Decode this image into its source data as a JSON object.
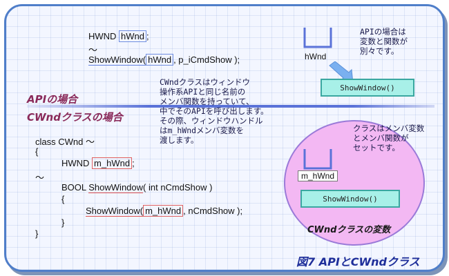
{
  "api_code": {
    "decl_type": "HWND ",
    "decl_var": "hWnd",
    "decl_end": ";",
    "tilde": "～",
    "call_func": "ShowWindow(",
    "call_arg": "hWnd",
    "call_rest": ", p_iCmdShow );"
  },
  "headings": {
    "api": "APIの場合",
    "cwnd": "CWndクラスの場合"
  },
  "cwnd_code": {
    "class_line": "class CWnd ～",
    "open_brace": "{",
    "member_type": "HWND ",
    "member_var": "m_hWnd",
    "member_end": ";",
    "tilde": "～",
    "method_sig_pre": "BOOL ",
    "method_name": "ShowWindow",
    "method_sig_post": "( int nCmdShow )",
    "inner_open": "{",
    "inner_call": "ShowWindow(",
    "inner_arg": "m_hWnd",
    "inner_rest": ", nCmdShow );",
    "inner_close": "}",
    "close_brace": "}"
  },
  "notes": {
    "api_note": "APIの場合は\n変数と関数が\n別々です。",
    "middle_note": "CWndクラスはウィンドウ\n操作系APIと同じ名前の\nメンバ関数を持っていて、\n中でそのAPIを呼び出します。\nその際、ウィンドウハンドル\nはm_hWndメンバ変数を\n渡します。",
    "class_note": "クラスはメンバ変数\nとメンバ関数が\nセットです。"
  },
  "diagram": {
    "api_var_label": "hWnd",
    "api_func_label": "ShowWindow()",
    "cwnd_var_label": "m_hWnd",
    "cwnd_func_label": "ShowWindow()",
    "ellipse_label": "CWndクラスの変数",
    "ellipse_color": "#f3b8f3",
    "pill_color": "#a8f0e8",
    "arrow_color": "#7ab0f0"
  },
  "caption": "図7  APIとCWndクラス"
}
